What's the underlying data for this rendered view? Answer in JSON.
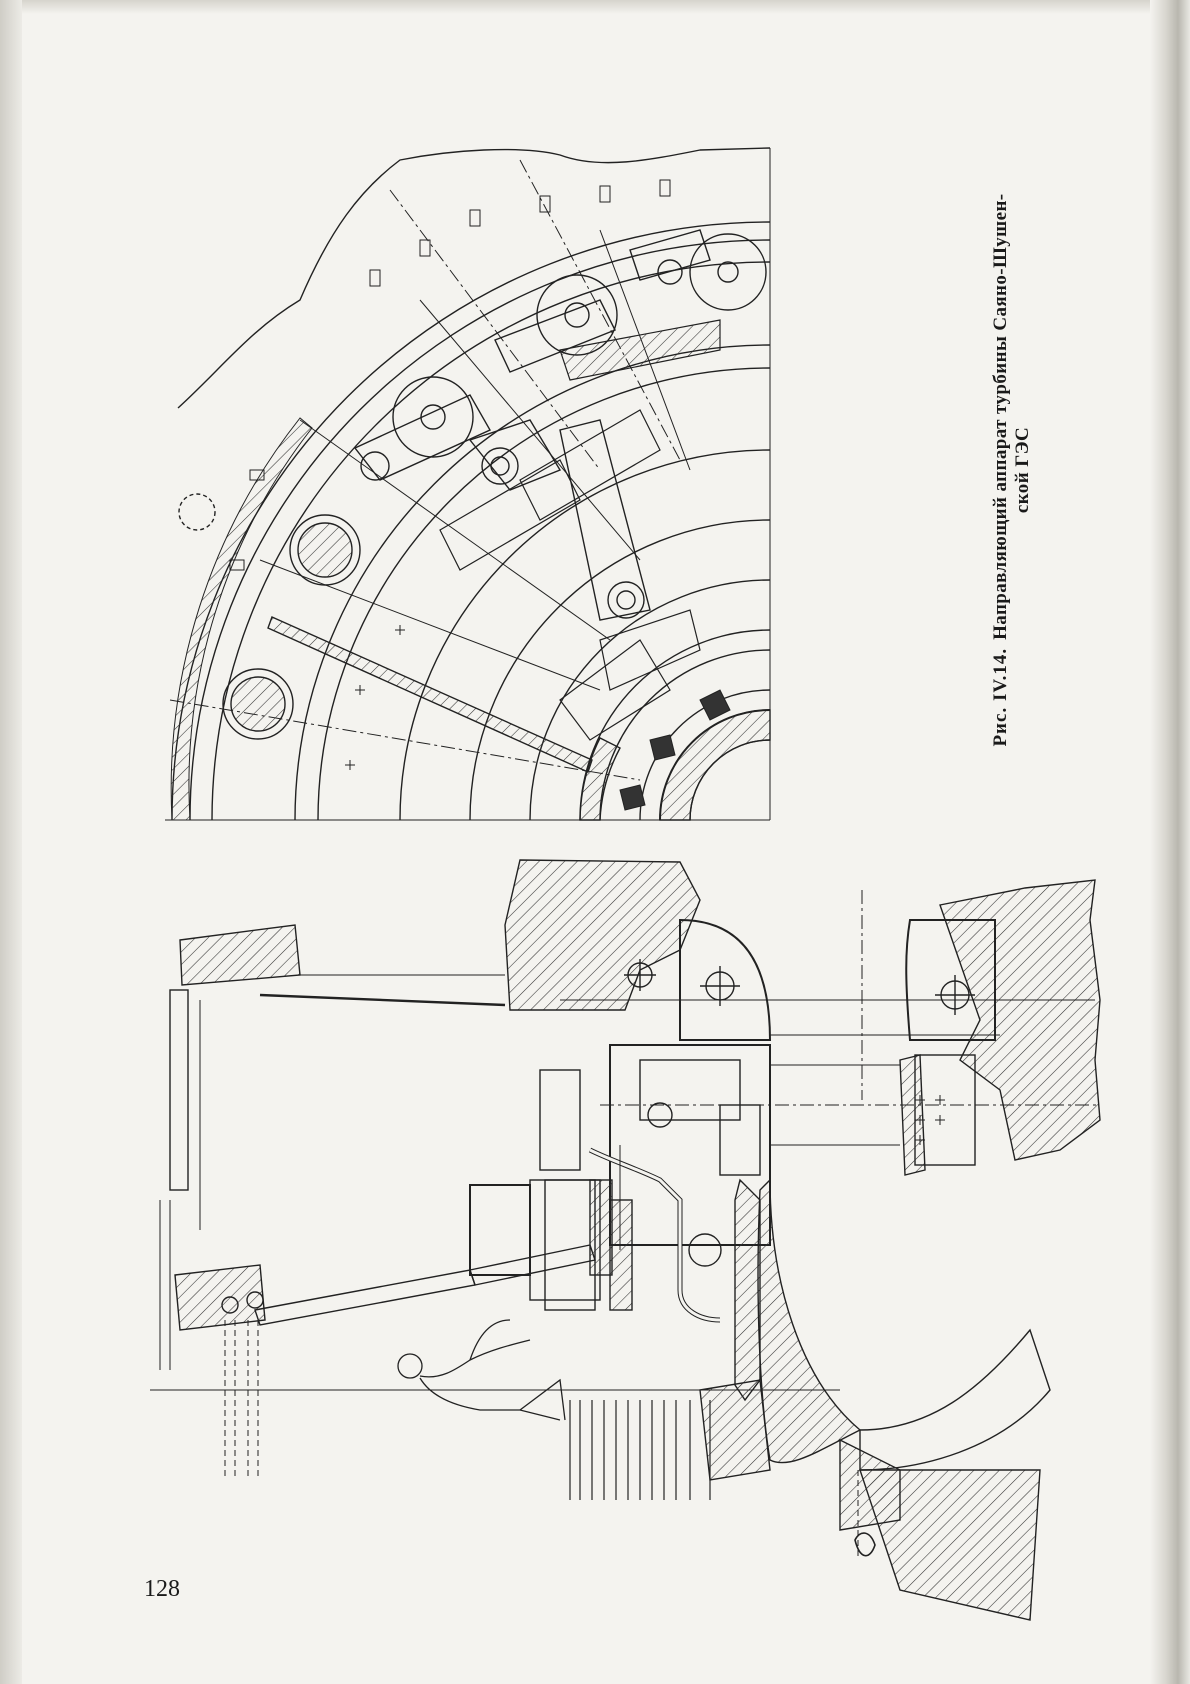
{
  "figure": {
    "label": "Рис. IV.14.",
    "caption_line1": "Направляющий аппарат турбины Саяно-Шушен-",
    "caption_line2": "ской ГЭС"
  },
  "page_number": "128"
}
